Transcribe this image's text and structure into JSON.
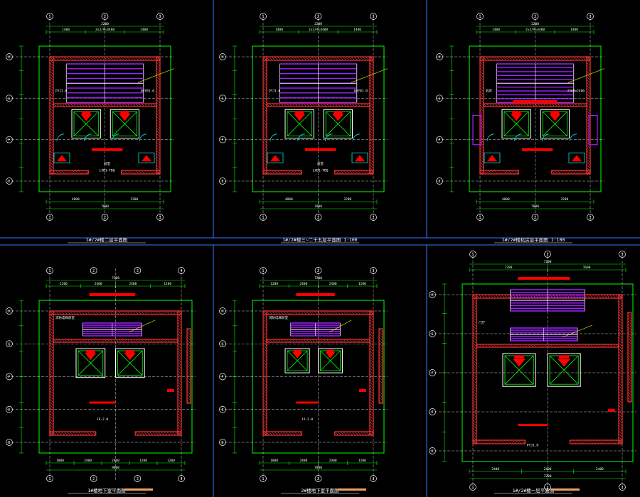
{
  "app": {
    "title": "",
    "background": "#000000",
    "colors": {
      "frame": "#3a78ff",
      "wall": "#ff3030",
      "wall_hatch": "#c84040",
      "stair": "#a020ff",
      "core": "#ffffff",
      "hatch": "#e04040",
      "green": "#00ff00",
      "cyan": "#00e8e8",
      "yellow": "#ffff00",
      "white": "#ffffff",
      "red_fill": "#ff0000",
      "note_bar": "#f0a060"
    }
  },
  "panels": [
    {
      "id": "p1",
      "caption": "1#/2#楼二层平面图",
      "variant": "typical",
      "dims_top_total": "2200",
      "dims_top_parts": [
        "1400",
        "2x3/9=4400",
        "1400"
      ],
      "dims_bottom_parts": [
        "4800",
        "2200"
      ],
      "dims_bottom_total": "7000",
      "axis_left": [
        "H",
        "G",
        "F",
        "E"
      ],
      "axis_bottom": [
        "1",
        "2",
        "3"
      ],
      "label_notes": [
        "PYJ1.0",
        "NJYB1.0",
        "前室",
        "LVB1-TBQ"
      ]
    },
    {
      "id": "p2",
      "caption": "1#/2#楼三~二十五层平面图 1:100",
      "variant": "typical",
      "dims_top_total": "2200",
      "dims_top_parts": [
        "1400",
        "2x3/9=4400",
        "1400"
      ],
      "dims_bottom_parts": [
        "4800",
        "2200"
      ],
      "dims_bottom_total": "7000",
      "axis_left": [
        "H",
        "G",
        "F",
        "E"
      ],
      "axis_bottom": [
        "1",
        "2",
        "3"
      ],
      "label_notes": [
        "PYJ1.0",
        "NJYB1.0",
        "前室",
        "LVB1-TBQ"
      ]
    },
    {
      "id": "p3",
      "caption": "1#/2#楼机房层平面图 1:100",
      "variant": "roof",
      "dims_top_total": "2200",
      "dims_top_parts": [
        "1400",
        "2x3/9=4400",
        "1400"
      ],
      "dims_bottom_parts": [
        "4800",
        "2200"
      ],
      "dims_bottom_total": "7000",
      "axis_left": [
        "H",
        "G",
        "F",
        "E"
      ],
      "axis_bottom": [
        "1",
        "2",
        "3"
      ],
      "label_notes": [
        "机房",
        "2200x2400"
      ]
    },
    {
      "id": "p4",
      "caption": "1#楼地下室平面图",
      "variant": "basement",
      "dims_top_total": "7200",
      "dims_top_parts": [
        "1200",
        "2400",
        "2400",
        "1200"
      ],
      "dims_bottom_parts": [
        "1800",
        "2400",
        "2400",
        "1200",
        "1200"
      ],
      "dims_bottom_total": "9000",
      "axis_left": [
        "H",
        "G",
        "F",
        "E",
        "D"
      ],
      "axis_bottom": [
        "1",
        "2",
        "3",
        "4"
      ],
      "label_notes": [
        "消防电梯前室",
        "JP-2.0"
      ]
    },
    {
      "id": "p5",
      "caption": "2#楼地下室平面图",
      "variant": "basement",
      "dims_top_total": "7200",
      "dims_top_parts": [
        "1200",
        "2400",
        "2400",
        "1200"
      ],
      "dims_bottom_parts": [
        "1800",
        "2400",
        "2400",
        "1200"
      ],
      "dims_bottom_total": "7800",
      "axis_left": [
        "H",
        "G",
        "F",
        "E",
        "D"
      ],
      "axis_bottom": [
        "1",
        "2",
        "3"
      ],
      "label_notes": [
        "消防电梯前室",
        "JP-2.0"
      ]
    },
    {
      "id": "p6",
      "caption": "1#/2#楼一层平面图",
      "variant": "ground",
      "dims_top_total": "7200",
      "dims_top_parts": [
        "7200",
        "1600"
      ],
      "dims_bottom_parts": [
        "2400",
        "2400",
        "2400"
      ],
      "dims_bottom_total": "7200",
      "axis_left": [
        "H",
        "G",
        "F",
        "E",
        "D"
      ],
      "axis_bottom": [
        "1",
        "2",
        "3"
      ],
      "label_notes": [
        "门厅",
        "PYJ1.0"
      ]
    }
  ]
}
